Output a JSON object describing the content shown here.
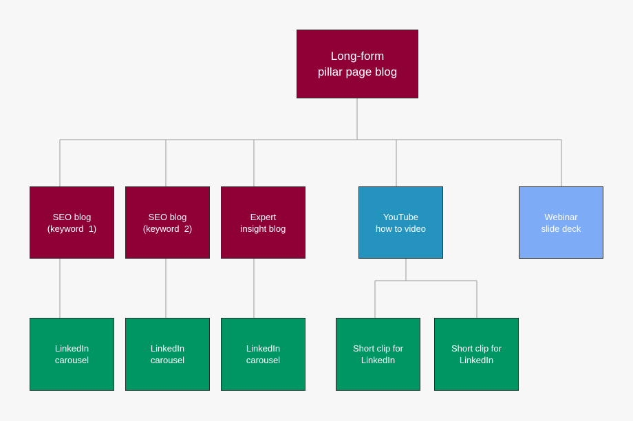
{
  "colors": {
    "background": "#f7f7f7",
    "blog": "#8f0036",
    "video": "#2494be",
    "webinar": "#7eabf5",
    "social": "#009664",
    "connector": "#9a9a9a"
  },
  "diagram": {
    "root": {
      "lines": [
        "Long-form",
        "pillar page blog"
      ]
    },
    "children": [
      {
        "lines": [
          "SEO blog",
          "(keyword  1)"
        ]
      },
      {
        "lines": [
          "SEO blog",
          "(keyword  2)"
        ]
      },
      {
        "lines": [
          "Expert",
          "insight blog"
        ]
      },
      {
        "lines": [
          "YouTube",
          "how to video"
        ]
      },
      {
        "lines": [
          "Webinar",
          "slide deck"
        ]
      }
    ],
    "grandchildren": [
      {
        "lines": [
          "LinkedIn",
          "carousel"
        ]
      },
      {
        "lines": [
          "LinkedIn",
          "carousel"
        ]
      },
      {
        "lines": [
          "LinkedIn",
          "carousel"
        ]
      },
      {
        "lines": [
          "Short clip for",
          "LinkedIn"
        ]
      },
      {
        "lines": [
          "Short clip for",
          "LinkedIn"
        ]
      }
    ]
  }
}
